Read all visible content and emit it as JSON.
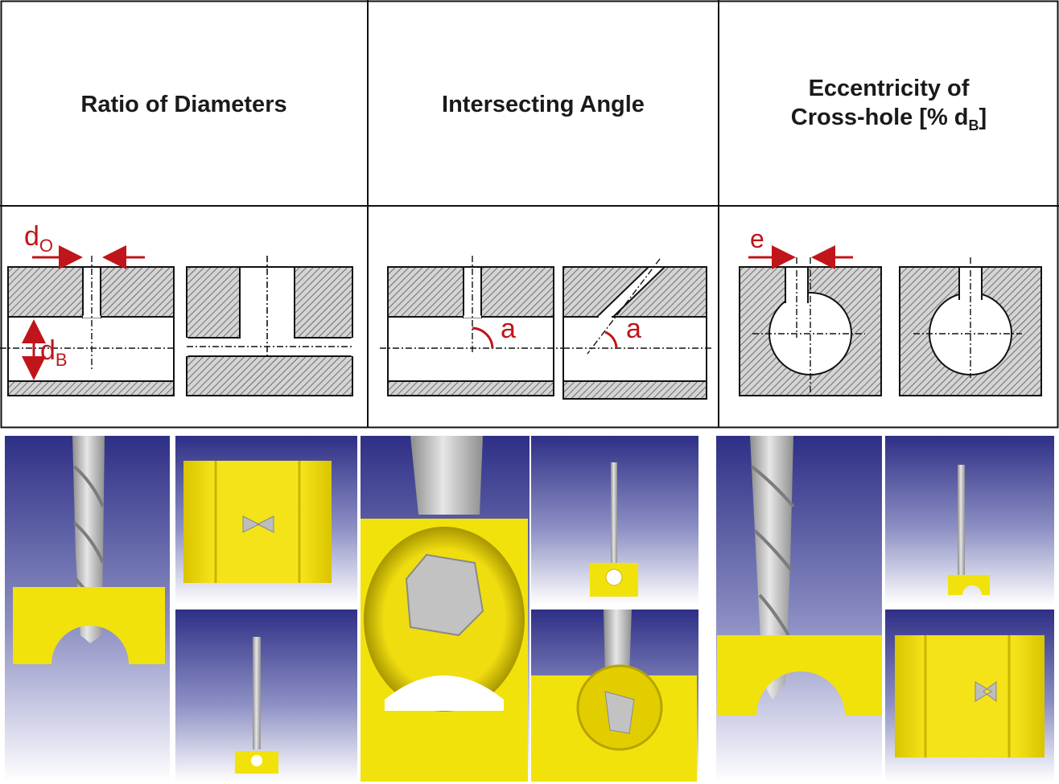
{
  "headers": {
    "ratio": "Ratio of Diameters",
    "angle": "Intersecting Angle",
    "eccentricity_line1": "Eccentricity of",
    "eccentricity_line2_main": "Cross-hole [% d",
    "eccentricity_line2_sub": "B",
    "eccentricity_line2_end": "]"
  },
  "labels": {
    "d_o_main": "d",
    "d_o_sub": "O",
    "d_b_main": "d",
    "d_b_sub": "B",
    "angle_a_1": "a",
    "angle_a_2": "a",
    "e": "e"
  },
  "colors": {
    "annotation": "#c0151a",
    "workpiece_yellow": "#f2e20c",
    "background_blue": "#3a3d8f",
    "drill_gray": "#b8b8b8",
    "hatch": "#555555"
  }
}
